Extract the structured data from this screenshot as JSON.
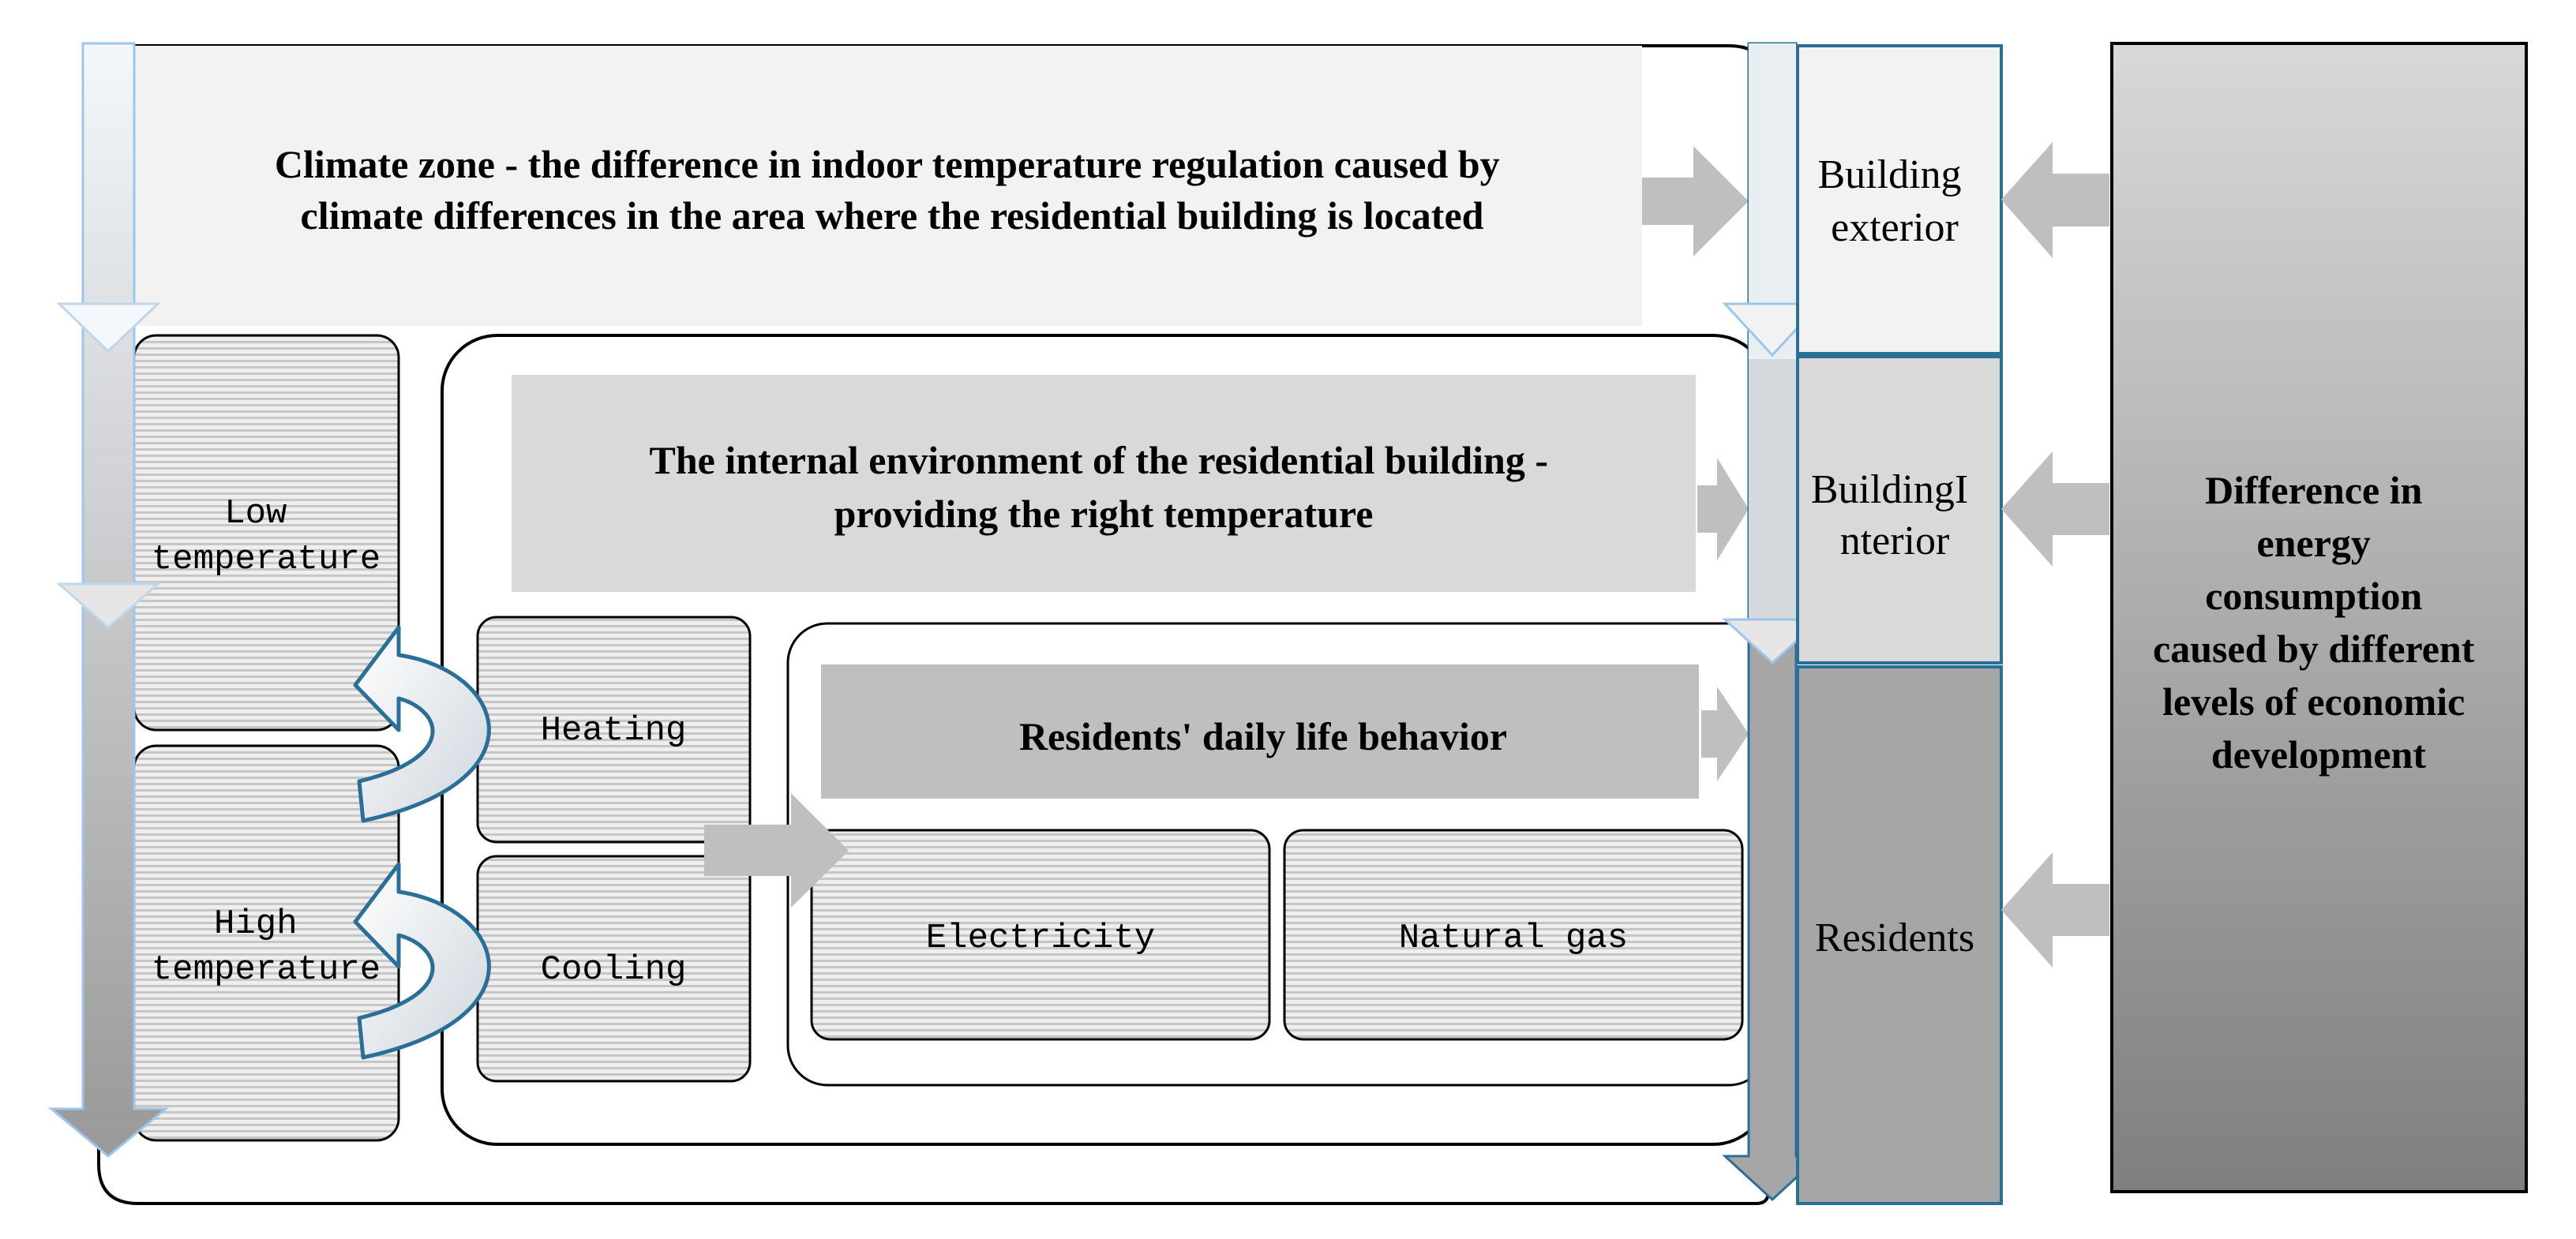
{
  "climate_zone": {
    "line1": "Climate zone - the difference in indoor temperature regulation caused by",
    "line2": "climate differences in the area where the residential building is located"
  },
  "internal_environment": {
    "line1": "The internal environment of the residential building -",
    "line2": "providing the right temperature"
  },
  "residents_behavior": "Residents' daily life behavior",
  "temperature": {
    "low": {
      "line1": "Low",
      "line2": "temperature"
    },
    "high": {
      "line1": "High",
      "line2": "temperature"
    }
  },
  "modes": {
    "heating": "Heating",
    "cooling": "Cooling"
  },
  "energy": {
    "electricity": "Electricity",
    "natural_gas": "Natural gas"
  },
  "building": {
    "exterior": {
      "line1": "Building",
      "line2": "exterior"
    },
    "interior": {
      "line1": "BuildingI",
      "line2": "nterior"
    },
    "residents": "Residents"
  },
  "economic": {
    "lines": [
      "Difference in",
      "energy",
      "consumption",
      "caused by different",
      "levels of economic",
      "development"
    ]
  },
  "colors": {
    "outline_blue": "#2a6f97",
    "light_panel": "#f2f2f2",
    "mid_panel": "#d9d9d9",
    "dark_panel": "#bfbfbf",
    "arrow_gray": "#bfbfbf"
  }
}
